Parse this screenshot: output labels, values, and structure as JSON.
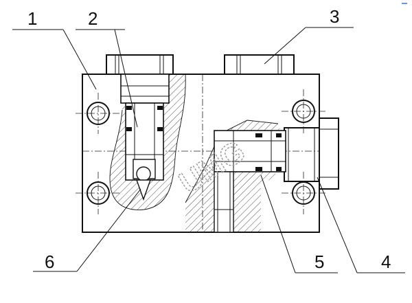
{
  "callouts": [
    {
      "id": "1",
      "label": "1"
    },
    {
      "id": "2",
      "label": "2"
    },
    {
      "id": "3",
      "label": "3"
    },
    {
      "id": "4",
      "label": "4"
    },
    {
      "id": "5",
      "label": "5"
    },
    {
      "id": "6",
      "label": "6"
    }
  ],
  "watermark": "UMG"
}
